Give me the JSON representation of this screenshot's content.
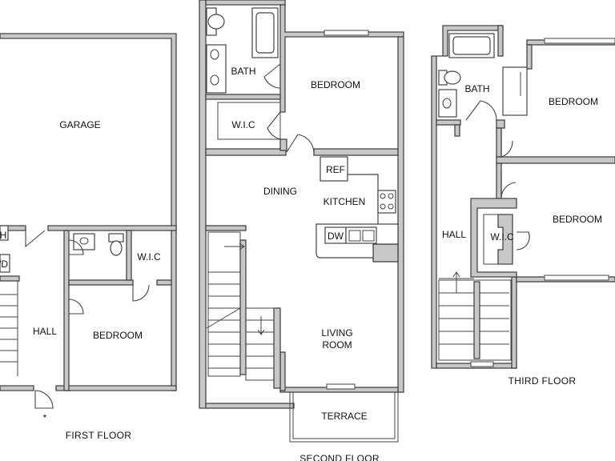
{
  "floors": {
    "first": {
      "title": "FIRST FLOOR",
      "rooms": {
        "garage": "GARAGE",
        "hall": "HALL",
        "bedroom": "BEDROOM",
        "wic": "W.I.C",
        "wh": "H",
        "wd": "/D"
      },
      "entry_mark": "*"
    },
    "second": {
      "title": "SECOND FLOOR",
      "rooms": {
        "bath": "BATH",
        "bedroom": "BEDROOM",
        "wic": "W.I.C",
        "dining": "DINING",
        "kitchen": "KITCHEN",
        "ref": "REF",
        "dw": "DW",
        "living_1": "LIVING",
        "living_2": "ROOM",
        "terrace": "TERRACE"
      }
    },
    "third": {
      "title": "THIRD FLOOR",
      "rooms": {
        "bath": "BATH",
        "bedroom_1": "BEDROOM",
        "bedroom_2": "BEDROOM",
        "hall": "HALL",
        "wic": "W.I.C"
      }
    }
  }
}
